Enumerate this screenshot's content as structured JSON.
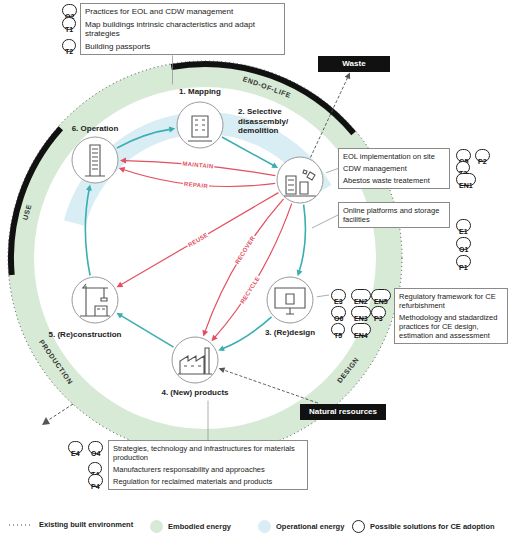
{
  "diagram": {
    "nodes": [
      {
        "text": [
          "Practices for EOL and CDW management",
          "Map buildings intrinsic characteristics and adapt strategies",
          "Building passports"
        ]
      },
      {
        "text": [
          "O2"
        ]
      },
      {
        "text": [
          "T1"
        ]
      },
      {
        "text": [
          "T2"
        ]
      },
      {
        "text": [
          "Waste"
        ]
      },
      {
        "text": [
          "1. Mapping"
        ]
      },
      {
        "text": [
          "6. Operation"
        ]
      },
      {
        "text": [
          "2. Selective disassembly/ demolition"
        ]
      },
      {
        "text": [
          "EOL implementation on site",
          "CDW management",
          "Abestos waste treatement"
        ]
      },
      {
        "text": [
          "O5"
        ]
      },
      {
        "text": [
          "P2"
        ]
      },
      {
        "text": [
          "T3"
        ]
      },
      {
        "text": [
          "EN1"
        ]
      },
      {
        "text": [
          "Online platforms and storage facilities"
        ]
      },
      {
        "text": [
          "E1"
        ]
      },
      {
        "text": [
          "O1"
        ]
      },
      {
        "text": [
          "P1"
        ]
      },
      {
        "text": [
          "5. (Re)construction"
        ]
      },
      {
        "text": [
          "3. (Re)design"
        ]
      },
      {
        "text": [
          "Regulatory framework for CE refurbishment",
          "Methodology and stadardized practices for CE design, estimation and assessment"
        ]
      },
      {
        "text": [
          "E3"
        ]
      },
      {
        "text": [
          "EN2"
        ]
      },
      {
        "text": [
          "EN5"
        ]
      },
      {
        "text": [
          "O6"
        ]
      },
      {
        "text": [
          "EN3"
        ]
      },
      {
        "text": [
          "P3"
        ]
      },
      {
        "text": [
          "T5"
        ]
      },
      {
        "text": [
          "EN4"
        ]
      },
      {
        "text": [
          "4. (New) products"
        ]
      },
      {
        "text": [
          "Natural resources"
        ]
      },
      {
        "text": [
          "Strategies, technology and infrastructures for materials production",
          "Manufacturers responsability and approaches",
          "Regulation for reclaimed materials and products"
        ]
      },
      {
        "text": [
          "E4"
        ]
      },
      {
        "text": [
          "O4"
        ]
      },
      {
        "text": [
          "T4"
        ]
      },
      {
        "text": [
          "P4"
        ]
      }
    ],
    "edges": [
      {
        "from": 5,
        "to": 7,
        "arrow": "to"
      },
      {
        "from": 7,
        "to": 18,
        "arrow": "to"
      },
      {
        "from": 18,
        "to": 28,
        "arrow": "to"
      },
      {
        "from": 28,
        "to": 17,
        "arrow": "to"
      },
      {
        "from": 17,
        "to": 6,
        "arrow": "to"
      },
      {
        "from": 6,
        "to": 5,
        "arrow": "to"
      },
      {
        "from": 7,
        "to": 6,
        "label": "MAINTAIN",
        "arrow": "to"
      },
      {
        "from": 7,
        "to": 6,
        "label": "REPAIR",
        "arrow": "to"
      },
      {
        "from": 7,
        "to": 17,
        "label": "REUSE",
        "arrow": "to"
      },
      {
        "from": 7,
        "to": 28,
        "label": "RECOVER",
        "arrow": "to"
      },
      {
        "from": 7,
        "to": 28,
        "label": "RECYCLE",
        "arrow": "to"
      },
      {
        "from": 7,
        "to": 4,
        "arrow": "to"
      },
      {
        "from": 29,
        "to": 28,
        "arrow": "to"
      }
    ],
    "labels": [
      "END-OF-LIFE",
      "DESIGN",
      "PRODUCTION",
      "USE"
    ],
    "legend": [
      {
        "text": "Existing built environment"
      },
      {
        "text": "Embodied energy",
        "color": "#d6ead6"
      },
      {
        "text": "Operational energy",
        "color": "#d8edf4"
      },
      {
        "text": "Possible solutions for CE adoption"
      }
    ]
  }
}
